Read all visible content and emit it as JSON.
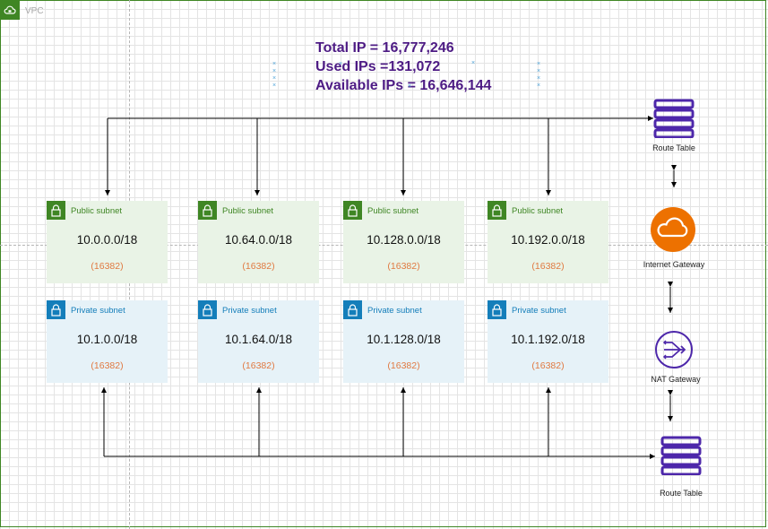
{
  "vpc": {
    "label": "VPC"
  },
  "stats": {
    "total": "Total IP = 16,777,246",
    "used": "Used IPs =131,072",
    "available": "Available IPs = 16,646,144"
  },
  "public_subnets": [
    {
      "title": "Public subnet",
      "cidr": "10.0.0.0/18",
      "count": "(16382)"
    },
    {
      "title": "Public subnet",
      "cidr": "10.64.0.0/18",
      "count": "(16382)"
    },
    {
      "title": "Public subnet",
      "cidr": "10.128.0.0/18",
      "count": "(16382)"
    },
    {
      "title": "Public subnet",
      "cidr": "10.192.0.0/18",
      "count": "(16382)"
    }
  ],
  "private_subnets": [
    {
      "title": "Private subnet",
      "cidr": "10.1.0.0/18",
      "count": "(16382)"
    },
    {
      "title": "Private subnet",
      "cidr": "10.1.64.0/18",
      "count": "(16382)"
    },
    {
      "title": "Private subnet",
      "cidr": "10.1.128.0/18",
      "count": "(16382)"
    },
    {
      "title": "Private subnet",
      "cidr": "10.1.192.0/18",
      "count": "(16382)"
    }
  ],
  "components": {
    "route_table_top": "Route Table",
    "internet_gateway": "Internet Gateway",
    "nat_gateway": "NAT Gateway",
    "route_table_bottom": "Route Table"
  },
  "colors": {
    "vpc_border": "#3f8624",
    "public_fill": "#e9f3e6",
    "private_fill": "#e6f2f8",
    "stats_text": "#4d1b84",
    "route_table": "#4d27aa",
    "internet_gateway": "#ed7100",
    "count_text": "#e07941"
  },
  "icons": [
    "vpc-cloud-icon",
    "lock-icon",
    "route-table-icon",
    "internet-gateway-icon",
    "nat-gateway-icon"
  ]
}
